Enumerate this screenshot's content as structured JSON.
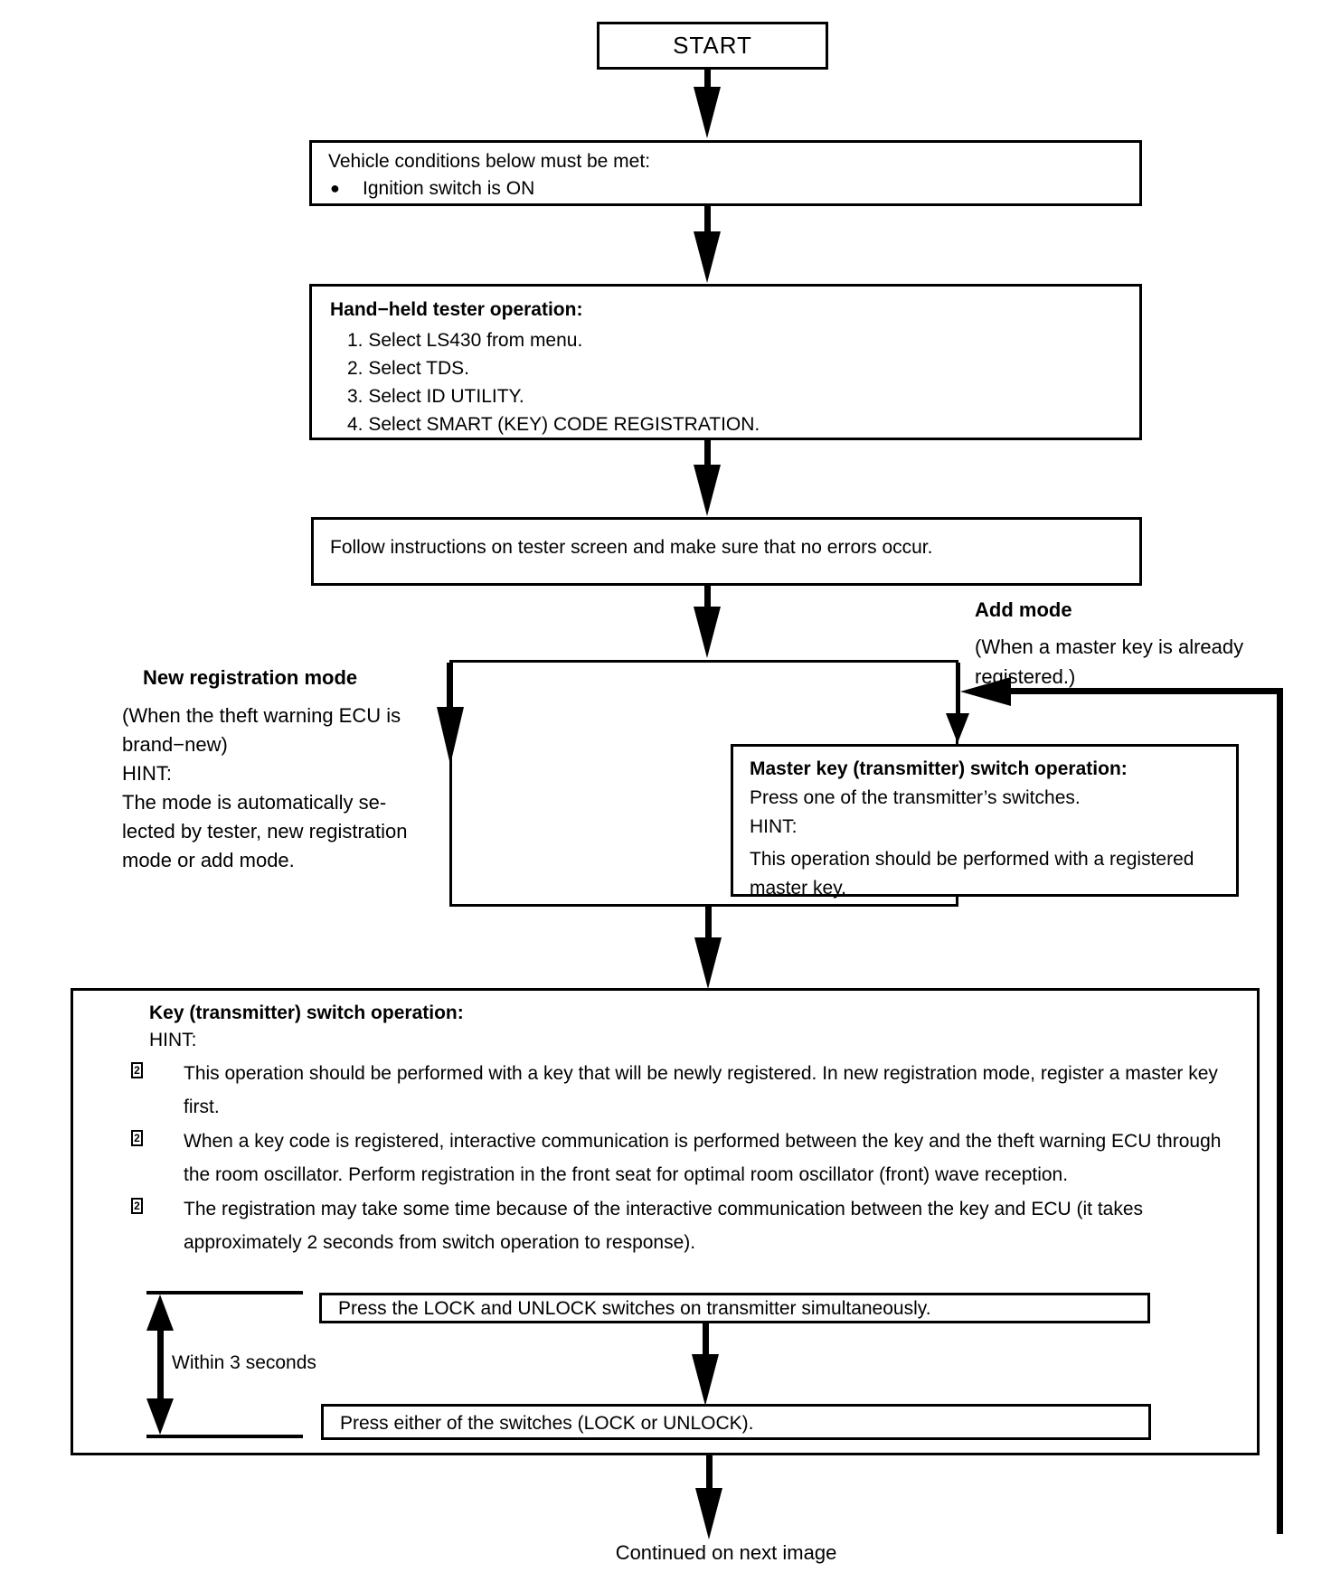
{
  "colors": {
    "ink": "#000000",
    "paper": "#ffffff"
  },
  "flow": {
    "start": {
      "label": "START"
    },
    "vehicle_conditions": {
      "title": "Vehicle conditions below must be met:",
      "bullet": "●",
      "item": "Ignition switch is ON"
    },
    "tester_operation": {
      "title": "Hand−held tester operation:",
      "steps": [
        "1. Select LS430 from menu.",
        "2. Select TDS.",
        "3. Select ID UTILITY.",
        "4. Select SMART (KEY) CODE REGISTRATION."
      ]
    },
    "follow_instructions": {
      "text": "Follow instructions on tester screen and make sure that no errors occur."
    },
    "new_registration_mode": {
      "title": "New registration mode",
      "lines": [
        "(When the theft warning ECU is",
        "brand−new)",
        "HINT:",
        "The mode is automatically se-",
        "lected by tester, new registration",
        "mode or add mode."
      ]
    },
    "add_mode": {
      "title": "Add mode",
      "lines": [
        "(When a master key is already",
        "registered.)"
      ]
    },
    "master_key_operation": {
      "title": "Master key (transmitter) switch operation:",
      "line1": "Press one of the transmitter’s switches.",
      "hint_label": "HINT:",
      "hint_text": "This operation should be performed with a registered master key."
    },
    "key_switch_operation": {
      "title": "Key (transmitter) switch operation:",
      "hint_label": "HINT:",
      "bullet_glyph": "2",
      "bullets": [
        "This operation should be performed with a key that will be newly registered. In new registration mode, register a master key first.",
        "When a key code is registered, interactive communication is performed between the key and the theft warning ECU through the room oscillator. Perform registration in the front seat for optimal room oscillator (front) wave reception.",
        "The registration may take some time because of the interactive communication between the key and ECU (it takes approximately 2 seconds from switch operation to response)."
      ],
      "press_both": "Press the LOCK and UNLOCK switches on transmitter simultaneously.",
      "within_label": "Within 3 seconds",
      "press_either": "Press either of the switches (LOCK or UNLOCK)."
    },
    "footer": "Continued on next image"
  }
}
